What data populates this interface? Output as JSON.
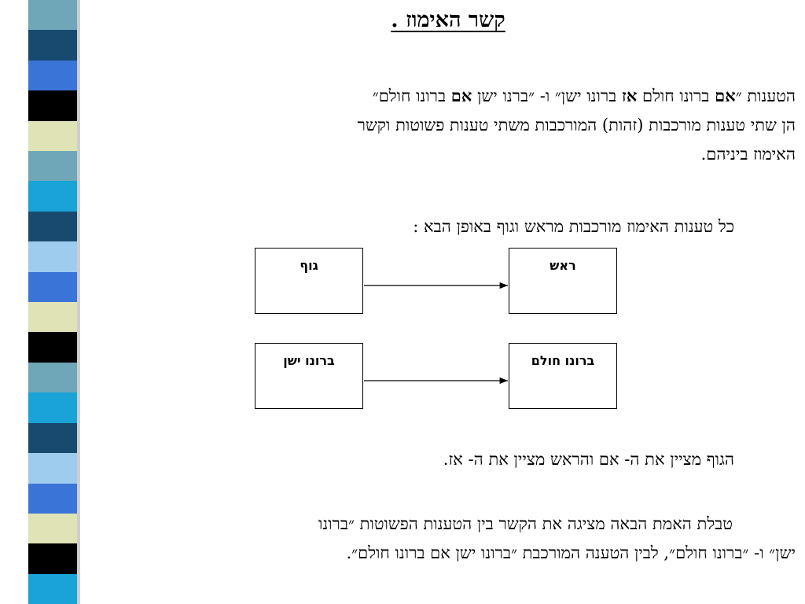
{
  "title": "קשר האימוז .",
  "paragraph1": {
    "line1_parts": [
      "הטענות ״",
      "אם",
      " ברונו חולם ",
      "אז",
      " ברונו ישן״ ו- ״ברנו ישן ",
      "אם",
      " ברונו חולם״"
    ],
    "line2": "הן שתי טענות מורכבות (זהות) המורכבות משתי טענות פשוטות וקשר",
    "line3": "האימוז ביניהם."
  },
  "paragraph2": "כל טענות האימוז מורכבות מראש וגוף באופן הבא :",
  "diagram": {
    "row1": {
      "right_box": "ראש",
      "left_box": "גוף"
    },
    "row2": {
      "right_box": "ברונו חולם",
      "left_box": "ברונו ישן"
    }
  },
  "paragraph3": "הגוף מציין את ה- אם  והראש מציין את ה- אז.",
  "paragraph4": {
    "line1": "טבלת האמת הבאה מציגה את הקשר  בין הטענות הפשוטות ״ברונו",
    "line2": "ישן״ ו- ״ברונו חולם״, לבין הטענה המורכבת ״ברונו ישן אם ברונו חולם״."
  },
  "strip_colors": [
    "#6fa6b8",
    "#174a6e",
    "#3a74d6",
    "#000000",
    "#dfe3b6",
    "#6fa6b8",
    "#1aa3d6",
    "#174a6e",
    "#9dccef",
    "#3a74d6",
    "#dfe3b6",
    "#000000",
    "#6fa6b8",
    "#1aa3d6",
    "#174a6e",
    "#9dccef",
    "#3a74d6",
    "#dfe3b6",
    "#000000",
    "#1aa3d6"
  ]
}
